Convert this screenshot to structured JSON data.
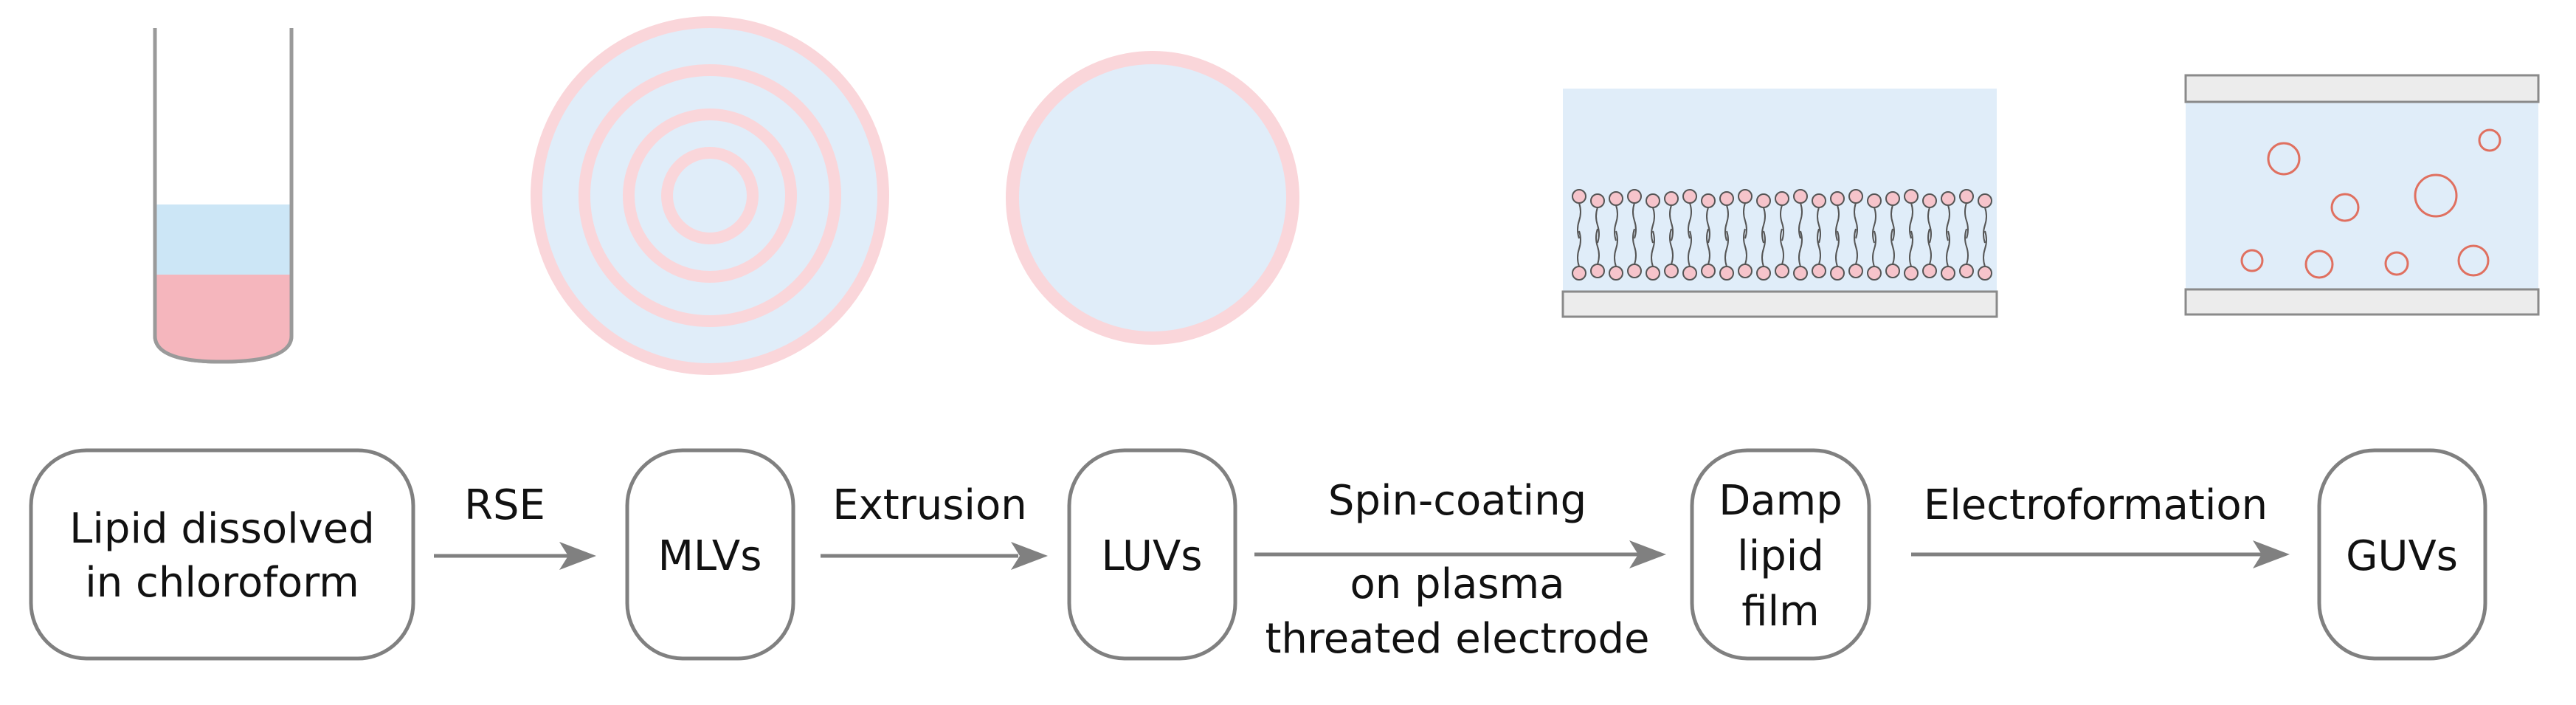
{
  "colors": {
    "aqueous": "#e0edf9",
    "membrane": "#fad6da",
    "lipid_head": "#f6c4cb",
    "chloroform": "#f5b6bd",
    "water_layer": "#cce6f6",
    "glass": "#ececec",
    "stroke": "#808080",
    "vesicle_outline": "#e07060"
  },
  "nodes": {
    "lipid_chloroform": {
      "line1": "Lipid dissolved",
      "line2": "in chloroform"
    },
    "mlvs": {
      "label": "MLVs"
    },
    "luvs": {
      "label": "LUVs"
    },
    "damp_film": {
      "line1": "Damp",
      "line2": "lipid",
      "line3": "film"
    },
    "guvs": {
      "label": "GUVs"
    }
  },
  "edges": {
    "rse": {
      "label": "RSE"
    },
    "extrusion": {
      "label": "Extrusion"
    },
    "spin_coating": {
      "label_top": "Spin-coating",
      "label_bottom1": "on plasma",
      "label_bottom2": "threated electrode"
    },
    "electroformation": {
      "label": "Electroformation"
    }
  },
  "illustrations": {
    "test_tube": "test-tube-icon",
    "mlv": "multilamellar-vesicle-icon",
    "luv": "unilamellar-vesicle-icon",
    "lipid_film": "lipid-bilayer-film-icon",
    "guv_chamber": "giant-vesicle-chamber-icon"
  }
}
